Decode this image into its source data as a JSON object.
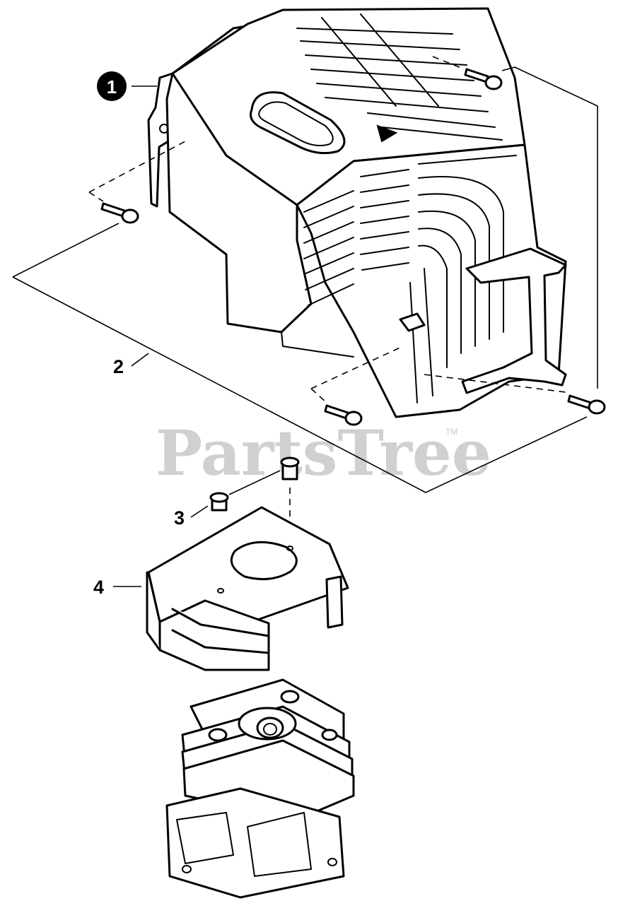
{
  "watermark": {
    "text": "PartsTree",
    "trademark": "TM"
  },
  "callouts": [
    {
      "id": "1",
      "label": "1",
      "style": "circled"
    },
    {
      "id": "2",
      "label": "2",
      "style": "plain"
    },
    {
      "id": "3",
      "label": "3",
      "style": "plain"
    },
    {
      "id": "4",
      "label": "4",
      "style": "plain"
    }
  ],
  "colors": {
    "line": "#000000",
    "watermark": "#d0d0d0",
    "background": "#ffffff"
  }
}
